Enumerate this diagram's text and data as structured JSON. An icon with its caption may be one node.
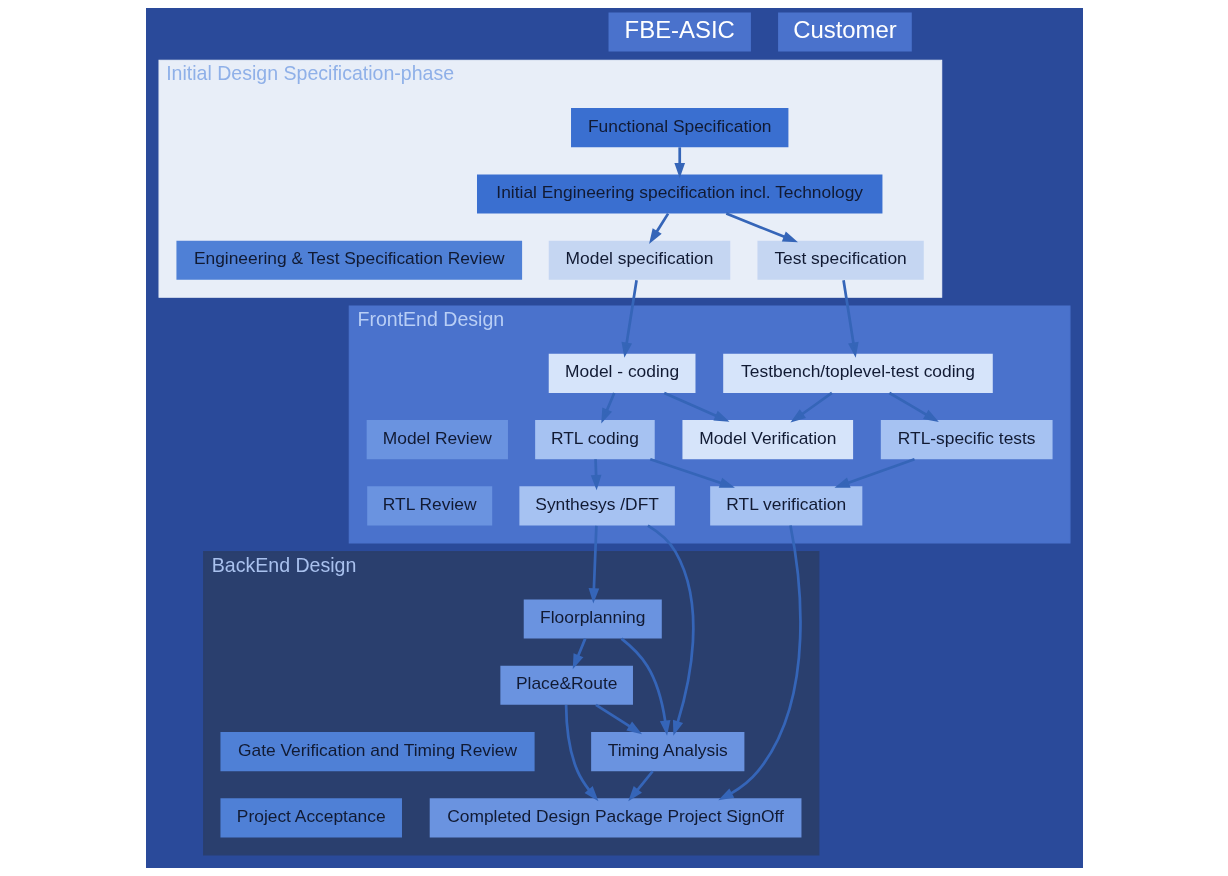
{
  "diagram": {
    "nodes": [
      {
        "text": [
          "Initial Design Specification-phase"
        ]
      },
      {
        "text": [
          "Functional Specification"
        ],
        "in": 0
      },
      {
        "text": [
          "Initial Engineering specification incl. Technology"
        ],
        "in": 0
      },
      {
        "text": [
          "Model specification"
        ],
        "in": 0
      },
      {
        "text": [
          "Test specification"
        ],
        "in": 0
      },
      {
        "text": [
          "Engineering & Test Specification Review"
        ],
        "in": 0
      },
      {
        "text": [
          "FrontEnd Design"
        ]
      },
      {
        "text": [
          "Model - coding"
        ],
        "in": 6
      },
      {
        "text": [
          "Testbench/toplevel-test coding"
        ],
        "in": 6
      },
      {
        "text": [
          "Model Verification"
        ],
        "in": 6
      },
      {
        "text": [
          "RTL coding"
        ],
        "in": 6
      },
      {
        "text": [
          "RTL-specific tests"
        ],
        "in": 6
      },
      {
        "text": [
          "RTL verification"
        ],
        "in": 6
      },
      {
        "text": [
          "Synthesys /DFT"
        ],
        "in": 6
      },
      {
        "text": [
          "Model Review"
        ],
        "in": 6
      },
      {
        "text": [
          "RTL Review"
        ],
        "in": 6
      },
      {
        "text": [
          "BackEnd Design"
        ]
      },
      {
        "text": [
          "Floorplanning"
        ],
        "in": 16
      },
      {
        "text": [
          "Timing Analysis"
        ],
        "in": 16
      },
      {
        "text": [
          "Place&Route"
        ],
        "in": 16
      },
      {
        "text": [
          "Completed Design Package Project SignOff"
        ],
        "in": 16
      },
      {
        "text": [
          "Gate Verification and Timing Review"
        ],
        "in": 16
      },
      {
        "text": [
          "Project Acceptance"
        ],
        "in": 16
      }
    ],
    "edges": [
      {
        "from": 1,
        "to": 2,
        "arrow": "to"
      },
      {
        "from": 2,
        "to": 3,
        "arrow": "to"
      },
      {
        "from": 2,
        "to": 4,
        "arrow": "to"
      },
      {
        "from": 3,
        "to": 7,
        "arrow": "to"
      },
      {
        "from": 4,
        "to": 8,
        "arrow": "to"
      },
      {
        "from": 7,
        "to": 9,
        "arrow": "to"
      },
      {
        "from": 7,
        "to": 10,
        "arrow": "to"
      },
      {
        "from": 8,
        "to": 9,
        "arrow": "to"
      },
      {
        "from": 8,
        "to": 11,
        "arrow": "to"
      },
      {
        "from": 10,
        "to": 12,
        "arrow": "to"
      },
      {
        "from": 10,
        "to": 13,
        "arrow": "to"
      },
      {
        "from": 11,
        "to": 12,
        "arrow": "to"
      },
      {
        "from": 13,
        "to": 17,
        "arrow": "to"
      },
      {
        "from": 13,
        "to": 18,
        "arrow": "to"
      },
      {
        "from": 12,
        "to": 20,
        "arrow": "to"
      },
      {
        "from": 17,
        "to": 18,
        "arrow": "to"
      },
      {
        "from": 17,
        "to": 19,
        "arrow": "to"
      },
      {
        "from": 19,
        "to": 18,
        "arrow": "to"
      },
      {
        "from": 19,
        "to": 20,
        "arrow": "to"
      },
      {
        "from": 18,
        "to": 20,
        "arrow": "to"
      }
    ],
    "labels": [
      "FBE-ASIC",
      "Customer"
    ]
  }
}
